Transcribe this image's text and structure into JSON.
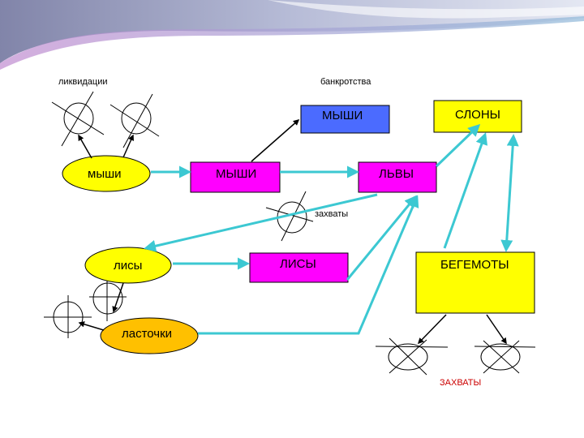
{
  "labels": {
    "liquidation": "ликвидации",
    "bankruptcy": "банкротства",
    "captures_lower": "захваты",
    "captures_upper": "ЗАХВАТЫ"
  },
  "nodes": {
    "mice_top": "МЫШИ",
    "elephants": "СЛОНЫ",
    "mice_small": "мыши",
    "mice_mid": "МЫШИ",
    "lions": "ЛЬВЫ",
    "foxes_small": "лисы",
    "foxes_mid": "ЛИСЫ",
    "hippos": "БЕГЕМОТЫ",
    "swallows": "ласточки"
  },
  "colors": {
    "arrow_cyan": "#3cc8d2",
    "yellow": "#ffff00",
    "magenta": "#ff00ff",
    "blue": "#4b6bff",
    "orange": "#ffc000"
  }
}
